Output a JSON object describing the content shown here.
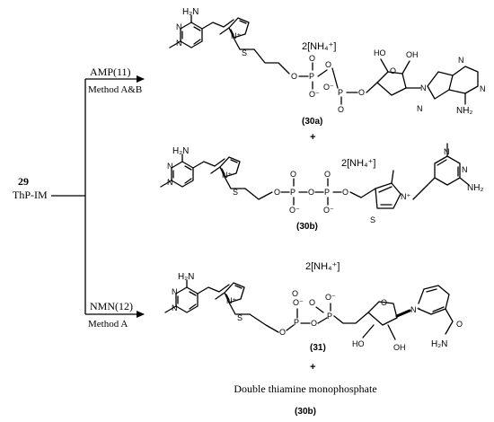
{
  "reactant": {
    "number": "29",
    "name": "ThP-IM"
  },
  "pathways": [
    {
      "reagent": "AMP(11)",
      "method": "Method A&B"
    },
    {
      "reagent": "NMN(12)",
      "method": "Method A"
    }
  ],
  "labels": {
    "plus": "+",
    "ammonium": "2[NH₄⁺]",
    "nh2": "NH₂",
    "h2n": "H₂N",
    "h2n_amide": "H₂N",
    "o": "O",
    "o_minus": "O⁻",
    "o_minus_left": "⁻O",
    "p": "P",
    "s": "S",
    "n": "N",
    "n_plus": "N⁺",
    "oh": "OH",
    "ho": "HO"
  },
  "products": {
    "p30a": "(30a)",
    "p30b": "(30b)",
    "p31": "(31)",
    "side_product": "Double thiamine monophosphate",
    "side_label": "(30b)"
  }
}
